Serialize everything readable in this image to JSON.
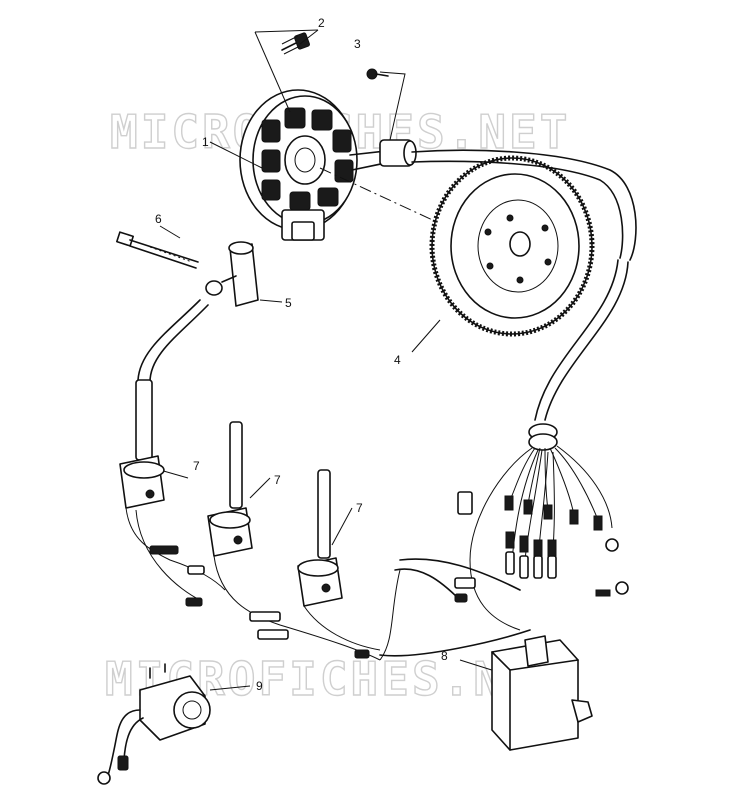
{
  "watermark": {
    "top": "MICROFICHES.NET",
    "bottom": "MICROFICHES.NET"
  },
  "callouts": [
    {
      "id": "c1",
      "label": "1"
    },
    {
      "id": "c2",
      "label": "2"
    },
    {
      "id": "c3",
      "label": "3"
    },
    {
      "id": "c4",
      "label": "4"
    },
    {
      "id": "c5",
      "label": "5"
    },
    {
      "id": "c6",
      "label": "6"
    },
    {
      "id": "c7a",
      "label": "7"
    },
    {
      "id": "c7b",
      "label": "7"
    },
    {
      "id": "c7c",
      "label": "7"
    },
    {
      "id": "c8",
      "label": "8"
    },
    {
      "id": "c9",
      "label": "9"
    }
  ]
}
